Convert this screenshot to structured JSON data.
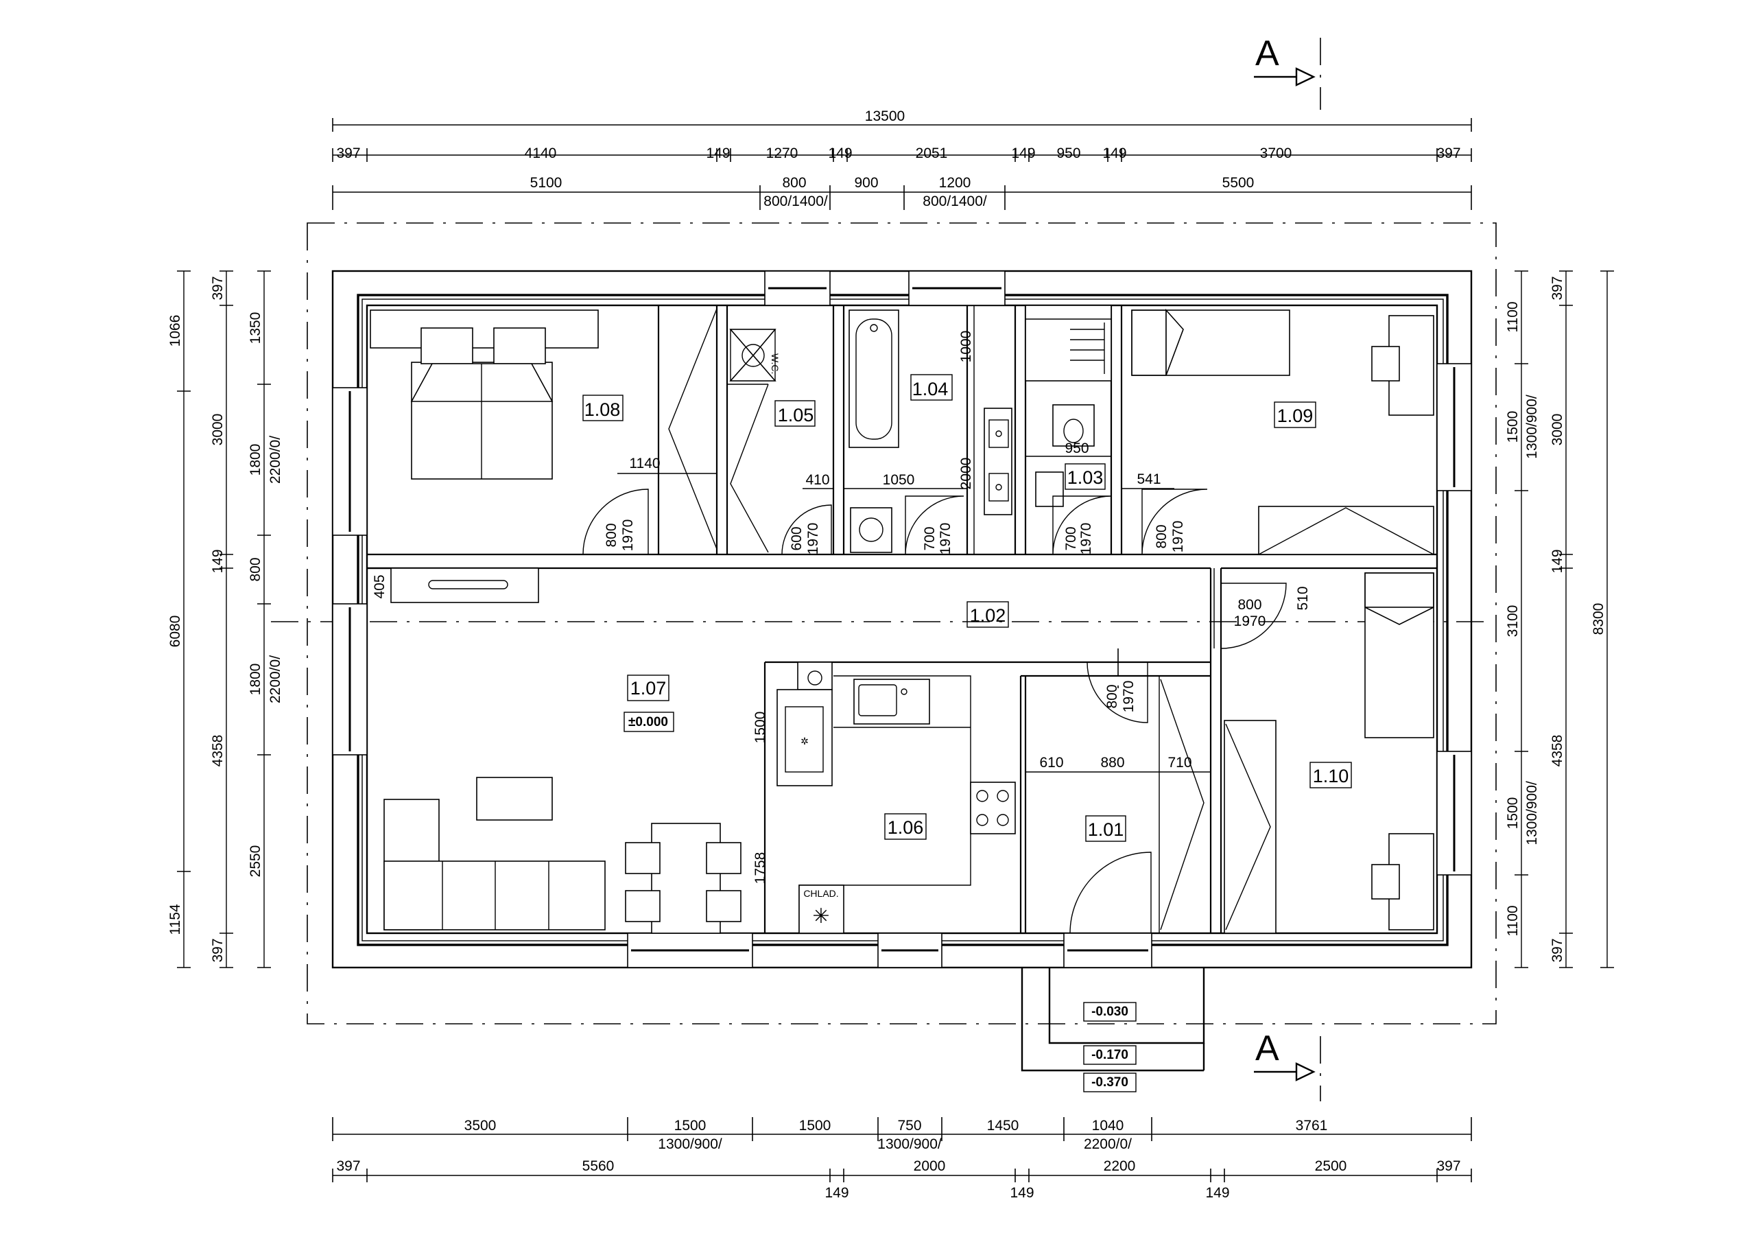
{
  "section_marks": {
    "top": "A",
    "bottom": "A"
  },
  "rooms": [
    {
      "id": "1.01"
    },
    {
      "id": "1.02"
    },
    {
      "id": "1.03"
    },
    {
      "id": "1.04"
    },
    {
      "id": "1.05"
    },
    {
      "id": "1.06"
    },
    {
      "id": "1.07"
    },
    {
      "id": "1.08"
    },
    {
      "id": "1.09"
    },
    {
      "id": "1.10"
    }
  ],
  "levels": {
    "floor": "±0.000",
    "step1": "-0.030",
    "step2": "-0.170",
    "step3": "-0.370"
  },
  "labels": {
    "wc": "W.C.",
    "fridge": "CHLAD."
  },
  "dims_top": {
    "overall": "13500",
    "row1": [
      "397",
      "4140",
      "149",
      "1270",
      "149",
      "2051",
      "149",
      "950",
      "149",
      "3700",
      "397"
    ],
    "row2": [
      "5100",
      "800",
      "900",
      "1200",
      "5500"
    ],
    "row2_sub": [
      "800/1400/",
      "800/1400/"
    ]
  },
  "dims_bottom": {
    "row1": [
      "3500",
      "1500",
      "1500",
      "750",
      "1450",
      "1040",
      "3761"
    ],
    "row1_sub": [
      "1300/900/",
      "1300/900/",
      "2200/0/"
    ],
    "row2": [
      "397",
      "5560",
      "2000",
      "2200",
      "2500",
      "397"
    ],
    "row3": [
      "149",
      "149",
      "149"
    ]
  },
  "dims_left": {
    "outer": [
      "1066",
      "6080",
      "1154"
    ],
    "mid": [
      "397",
      "3000",
      "149",
      "4358",
      "397"
    ],
    "inner": [
      "1350",
      "1800",
      "800",
      "1800",
      "2550"
    ],
    "inner_sub": [
      "2200/0/",
      "2200/0/"
    ]
  },
  "dims_right": {
    "inner": [
      "1100",
      "1500",
      "3100",
      "1500",
      "1100"
    ],
    "inner_sub": [
      "1300/900/",
      "1300/900/"
    ],
    "mid": [
      "397",
      "3000",
      "149",
      "4358",
      "397"
    ],
    "outer": [
      "8300"
    ]
  },
  "interior_dims": {
    "bed_1140": "1140",
    "wc_410": "410",
    "bath_1050": "1050",
    "v_1000": "1000",
    "v_2000": "2000",
    "d_950": "950",
    "d_541": "541",
    "d_405": "405",
    "d_510": "510",
    "d_1500": "1500",
    "d_1758": "1758",
    "d_610": "610",
    "d_880": "880",
    "d_710": "710",
    "door_800": "800",
    "door_1970": "1970",
    "door_600": "600",
    "door_700": "700"
  }
}
